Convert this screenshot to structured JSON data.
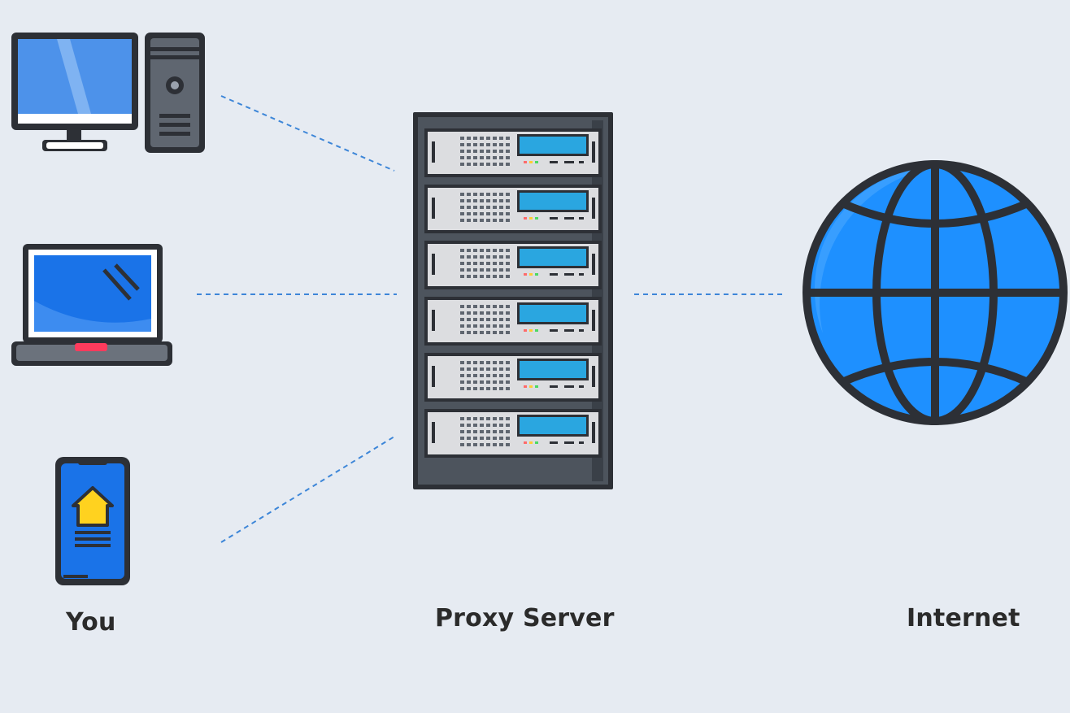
{
  "labels": {
    "you": "You",
    "proxy_server": "Proxy Server",
    "internet": "Internet"
  },
  "colors": {
    "background": "#e6ebf2",
    "outline": "#2d3036",
    "screen_blue": "#1a73e8",
    "globe_blue": "#1e90ff",
    "connector": "#3d86d8",
    "server_panel": "#dcdde0",
    "server_display": "#2aa6e0",
    "phone_icon_yellow": "#ffd21f"
  },
  "icons": {
    "desktop": "desktop-computer-icon",
    "laptop": "laptop-icon",
    "phone": "smartphone-icon",
    "server": "server-rack-icon",
    "globe": "globe-icon"
  },
  "server_units": 6
}
